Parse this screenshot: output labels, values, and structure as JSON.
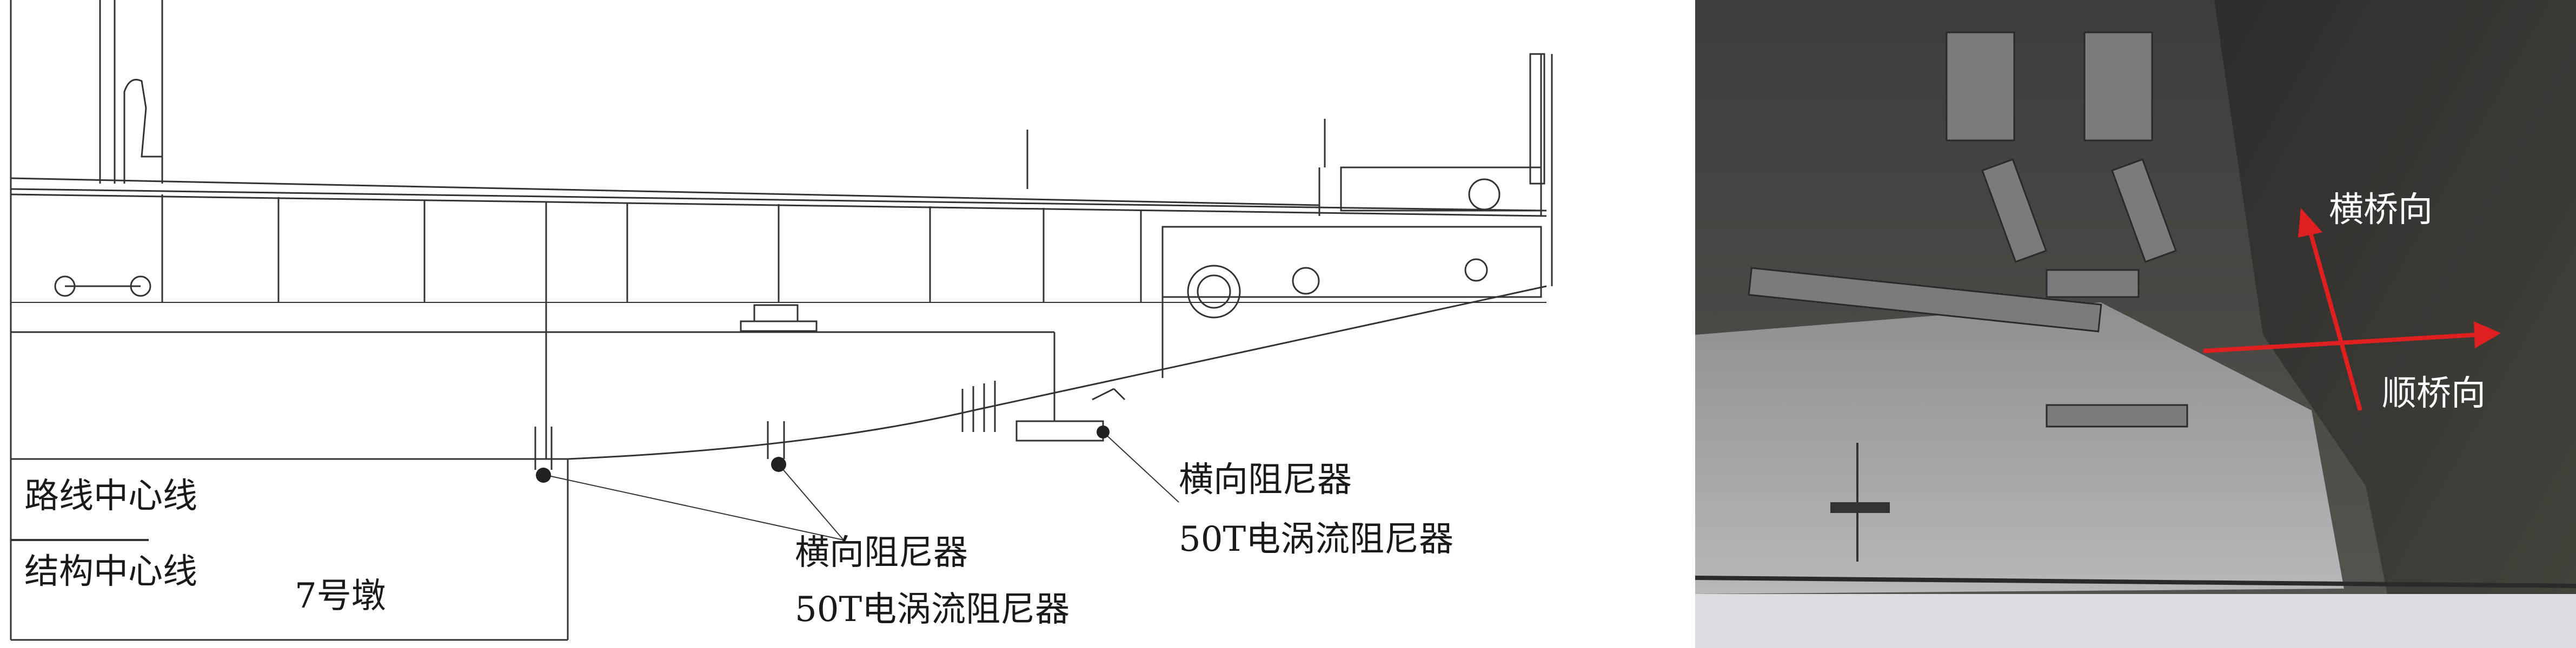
{
  "drawing": {
    "labels": {
      "route_centerline": "路线中心线",
      "structure_centerline": "结构中心线",
      "pier": "7号墩",
      "damper_left_line1": "横向阻尼器",
      "damper_left_line2": "50T电涡流阻尼器",
      "damper_right_line1": "横向阻尼器",
      "damper_right_line2": "50T电涡流阻尼器"
    }
  },
  "photo": {
    "labels": {
      "transverse": "横桥向",
      "longitudinal": "顺桥向"
    },
    "colors": {
      "arrow": "#e02020",
      "girder": "#3a3a38",
      "sky": "#d9dde2"
    }
  }
}
